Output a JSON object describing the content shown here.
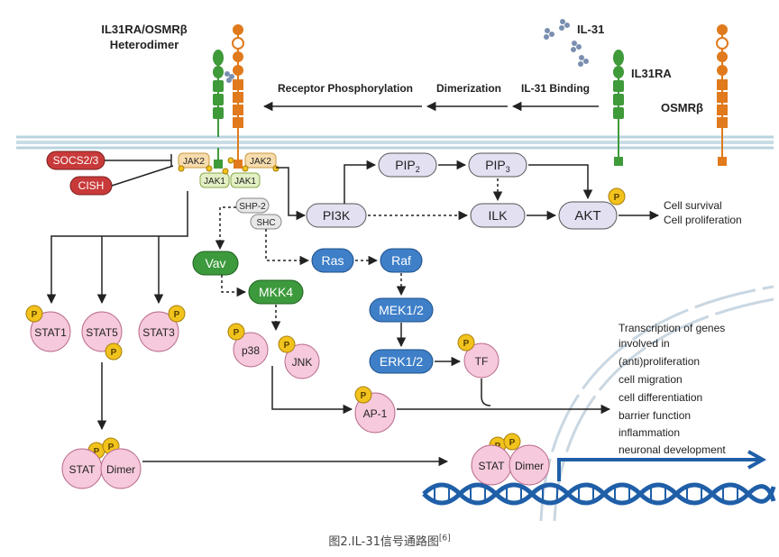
{
  "receptors": {
    "heterodimer_line1": "IL31RA/OSMRβ",
    "heterodimer_line2": "Heterodimer",
    "ligand": "IL-31",
    "il31ra": "IL31RA",
    "osmrb": "OSMRβ"
  },
  "steps": {
    "receptor_phosphorylation": "Receptor Phosphorylation",
    "dimerization": "Dimerization",
    "il31_binding": "IL-31 Binding"
  },
  "nodes": {
    "socs": "SOCS2/3",
    "cish": "CISH",
    "jak2_left": "JAK2",
    "jak2_right": "JAK2",
    "jak1_left": "JAK1",
    "jak1_right": "JAK1",
    "shp2": "SHP-2",
    "shc": "SHC",
    "pi3k": "PI3K",
    "pip2": "PIP",
    "pip2_sub": "2",
    "pip3": "PIP",
    "pip3_sub": "3",
    "ilk": "ILK",
    "akt": "AKT",
    "vav": "Vav",
    "ras": "Ras",
    "raf": "Raf",
    "mkk4": "MKK4",
    "mek": "MEK1/2",
    "erk": "ERK1/2",
    "p38": "p38",
    "jnk": "JNK",
    "tf": "TF",
    "ap1": "AP-1",
    "stat1": "STAT1",
    "stat5": "STAT5",
    "stat3": "STAT3",
    "stat_dimer_a": "STAT",
    "stat_dimer_b": "Dimer",
    "nuc_stat_a": "STAT",
    "nuc_stat_b": "Dimer",
    "phospho": "P"
  },
  "outcomes": {
    "akt_out1": "Cell survival",
    "akt_out2": "Cell proliferation",
    "transcription": [
      "Transcription of genes",
      "involved in",
      "(anti)proliferation",
      "cell migration",
      "cell differentiation",
      "barrier function",
      "inflammation",
      "neuronal development"
    ]
  },
  "caption": {
    "text": "图2.IL-31信号通路图",
    "ref": "[6]"
  },
  "colors": {
    "green_receptor": "#3f9a3a",
    "orange_receptor": "#e07a1c",
    "node_purple": "#e3e0f2",
    "node_blue": "#3e7fc8",
    "node_green": "#3c9a3c",
    "node_red": "#c83a3a",
    "stat_pink": "#f6c9dc",
    "phospho_yellow": "#f2c31d",
    "dna_blue": "#1f5fa8"
  }
}
